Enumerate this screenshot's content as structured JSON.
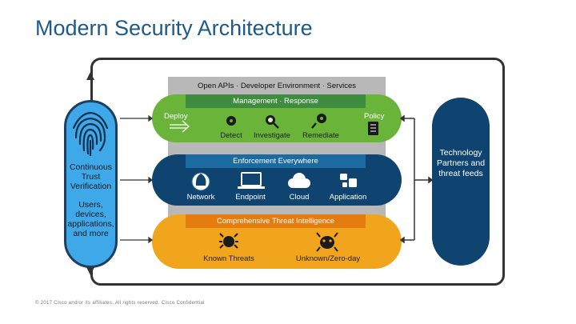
{
  "title": "Modern Security Architecture",
  "api_layer": "Open APIs · Developer Environment · Services",
  "management": {
    "label": "Management · Response",
    "deploy": "Deploy",
    "policy": "Policy",
    "items": [
      "Detect",
      "Investigate",
      "Remediate"
    ]
  },
  "enforcement": {
    "label": "Enforcement Everywhere",
    "items": [
      "Network",
      "Endpoint",
      "Cloud",
      "Application"
    ]
  },
  "threat_intel": {
    "label": "Comprehensive Threat Intelligence",
    "items": [
      "Known Threats",
      "Unknown/Zero-day"
    ]
  },
  "left_panel": {
    "verification": "Continuous Trust Verification",
    "users": "Users, devices, applications, and more"
  },
  "right_panel": {
    "text": "Technology Partners and threat feeds"
  },
  "footer": {
    "copyright": "© 2017 Cisco and/or its affiliates. All rights reserved.",
    "confidential": "Cisco Confidential"
  },
  "colors": {
    "green": "#6bb43a",
    "dark_green": "#3f8b3f",
    "navy": "#0f4470",
    "blue_tab": "#1b6aa0",
    "orange": "#f1a51c",
    "dark_orange": "#e47c10",
    "light_blue": "#3ea8e8",
    "title_blue": "#1f5a86"
  }
}
